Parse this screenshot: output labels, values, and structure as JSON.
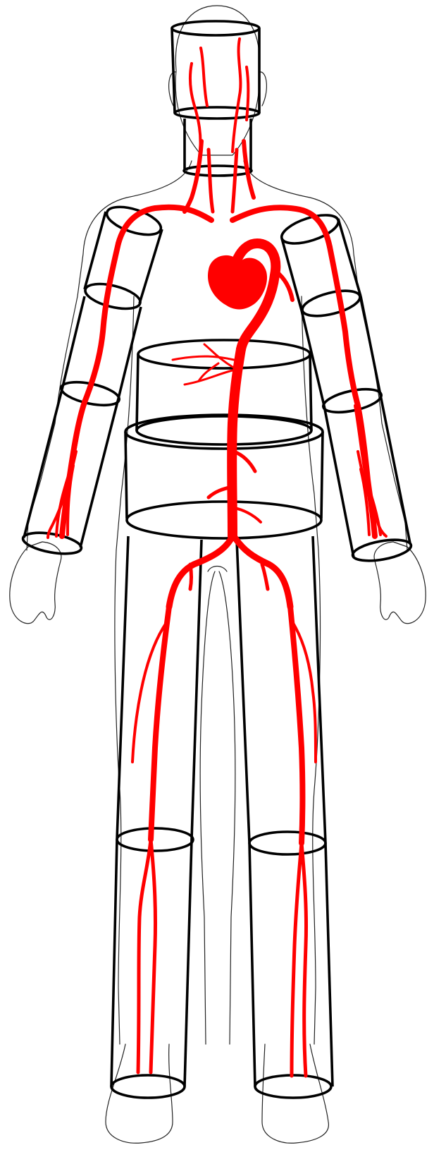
{
  "colors": {
    "vessel": "#ff0000",
    "outline": "#222222",
    "segment": "#000000",
    "background": "#ffffff"
  },
  "diagram": {
    "heart_icon": "heart-icon",
    "segments": [
      "head",
      "neck",
      "upper-arm-left",
      "forearm-left",
      "upper-arm-right",
      "forearm-right",
      "thorax",
      "abdomen",
      "thigh-left",
      "shank-left",
      "thigh-right",
      "shank-right"
    ]
  }
}
